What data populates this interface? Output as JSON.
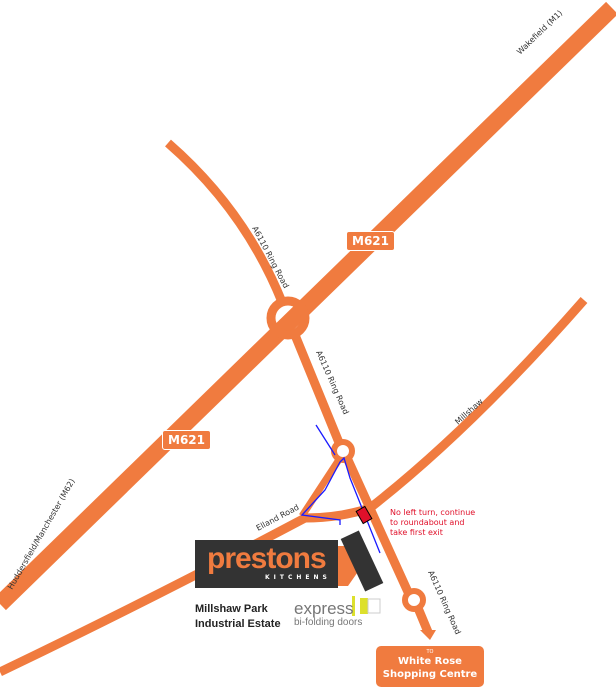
{
  "colors": {
    "road": "#f07b3f",
    "route": "#1a1aff",
    "warning": "#e0102a",
    "dark": "#333333"
  },
  "roads": {
    "m621_a": "M621",
    "m621_b": "M621",
    "wakefield": "Wakefield (M1)",
    "huddersfield": "Huddersfield/Manchester (M62)",
    "a6110_north": "A6110 Ring Road",
    "a6110_mid": "A6110 Ring Road",
    "a6110_south": "A6110 Ring Road",
    "millshaw": "Millshaw",
    "elland": "Elland Road"
  },
  "brand": {
    "name": "prestons",
    "sub": "KITCHENS"
  },
  "estate": {
    "line1": "Millshaw Park",
    "line2": "Industrial Estate"
  },
  "express": {
    "name": "express",
    "sub": "bi-folding doors"
  },
  "note": {
    "line1": "No left turn, continue",
    "line2": "to roundabout and",
    "line3": "take first exit"
  },
  "destination": {
    "to": "TO",
    "line1": "White Rose",
    "line2": "Shopping Centre"
  }
}
